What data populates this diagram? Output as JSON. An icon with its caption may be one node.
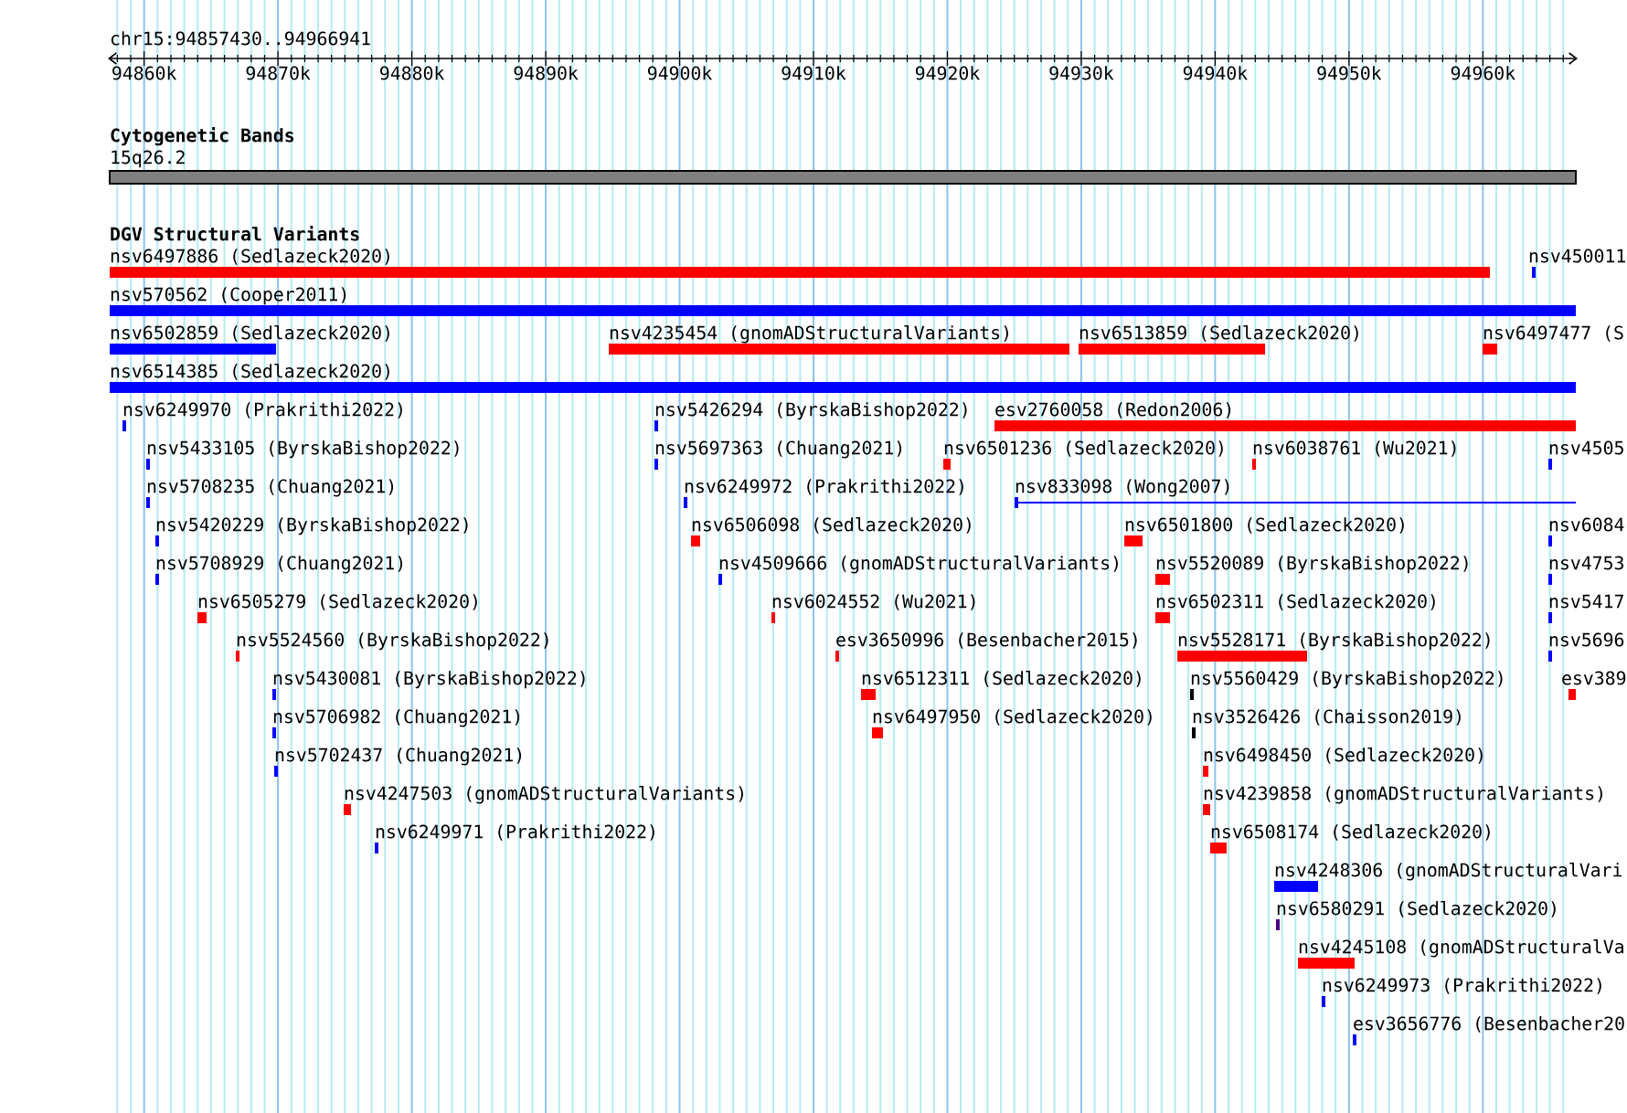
{
  "diagram": {
    "labels": [
      "chr15:94857430..94966941",
      "94860k",
      "94870k",
      "94880k",
      "94890k",
      "94900k",
      "94910k",
      "94920k",
      "94930k",
      "94940k",
      "94950k",
      "94960k",
      "Cytogenetic Bands",
      "15q26.2",
      "DGV Structural Variants",
      "nsv6497886 (Sedlazeck2020)",
      "nsv450011",
      "nsv570562 (Cooper2011)",
      "nsv6502859 (Sedlazeck2020)",
      "nsv4235454 (gnomADStructuralVariants)",
      "nsv6513859 (Sedlazeck2020)",
      "nsv6497477 (S",
      "nsv6514385 (Sedlazeck2020)",
      "nsv6249970 (Prakrithi2022)",
      "nsv5426294 (ByrskaBishop2022)",
      "esv2760058 (Redon2006)",
      "nsv5433105 (ByrskaBishop2022)",
      "nsv5697363 (Chuang2021)",
      "nsv6501236 (Sedlazeck2020)",
      "nsv6038761 (Wu2021)",
      "nsv4505",
      "nsv5708235 (Chuang2021)",
      "nsv6249972 (Prakrithi2022)",
      "nsv833098 (Wong2007)",
      "nsv5420229 (ByrskaBishop2022)",
      "nsv6506098 (Sedlazeck2020)",
      "nsv6501800 (Sedlazeck2020)",
      "nsv6084",
      "nsv5708929 (Chuang2021)",
      "nsv4509666 (gnomADStructuralVariants)",
      "nsv5520089 (ByrskaBishop2022)",
      "nsv4753",
      "nsv6505279 (Sedlazeck2020)",
      "nsv6024552 (Wu2021)",
      "nsv6502311 (Sedlazeck2020)",
      "nsv5417",
      "nsv5524560 (ByrskaBishop2022)",
      "esv3650996 (Besenbacher2015)",
      "nsv5528171 (ByrskaBishop2022)",
      "nsv5696",
      "nsv5430081 (ByrskaBishop2022)",
      "nsv6512311 (Sedlazeck2020)",
      "nsv5560429 (ByrskaBishop2022)",
      "esv389",
      "nsv5706982 (Chuang2021)",
      "nsv6497950 (Sedlazeck2020)",
      "nsv3526426 (Chaisson2019)",
      "nsv5702437 (Chuang2021)",
      "nsv6498450 (Sedlazeck2020)",
      "nsv4247503 (gnomADStructuralVariants)",
      "nsv4239858 (gnomADStructuralVariants)",
      "nsv6249971 (Prakrithi2022)",
      "nsv6508174 (Sedlazeck2020)",
      "nsv4248306 (gnomADStructuralVari",
      "nsv6580291 (Sedlazeck2020)",
      "nsv4245108 (gnomADStructuralVa",
      "nsv6249973 (Prakrithi2022)",
      "esv3656776 (Besenbacher20"
    ]
  }
}
